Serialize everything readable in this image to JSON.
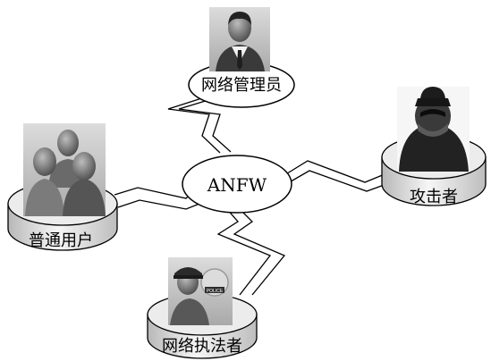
{
  "center": {
    "label": "ANFW"
  },
  "nodes": {
    "admin": {
      "label": "网络管理员",
      "icon": "network-admin-icon"
    },
    "users": {
      "label": "普通用户",
      "icon": "users-group-icon"
    },
    "attacker": {
      "label": "攻击者",
      "icon": "attacker-icon"
    },
    "police": {
      "label": "网络执法者",
      "icon": "police-officer-icon"
    }
  },
  "colors": {
    "stroke": "#000000",
    "fill": "#ffffff",
    "disk_light": "#f4f4f4",
    "disk_dark": "#b5b5b5",
    "figure_dark": "#2a2a2a",
    "figure_mid": "#6e6e6e"
  }
}
